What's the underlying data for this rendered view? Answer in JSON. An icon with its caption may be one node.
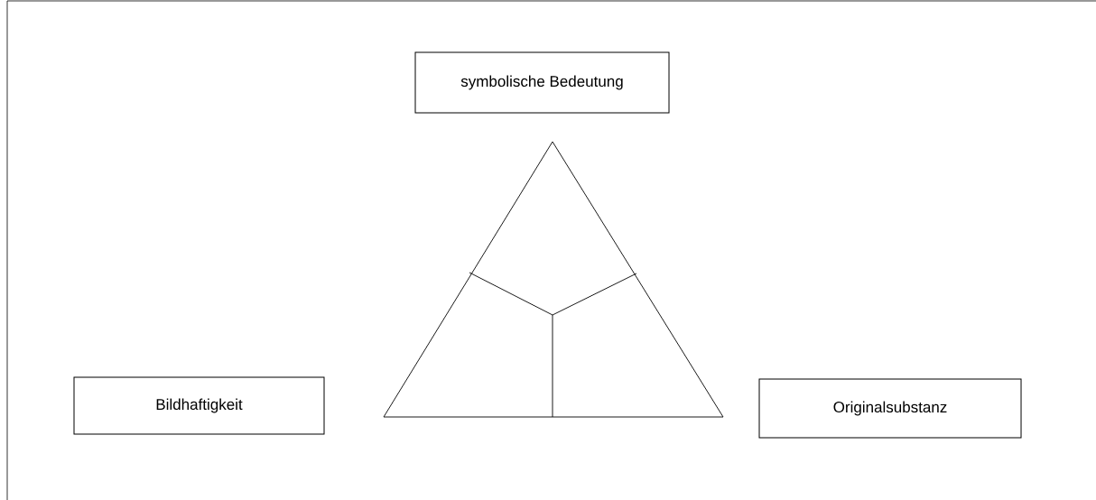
{
  "diagram": {
    "nodes": [
      {
        "text": [
          "symbolische Bedeutung"
        ]
      },
      {
        "text": [
          "Bildhaftigkeit"
        ]
      },
      {
        "text": [
          "Originalsubstanz"
        ]
      }
    ]
  }
}
